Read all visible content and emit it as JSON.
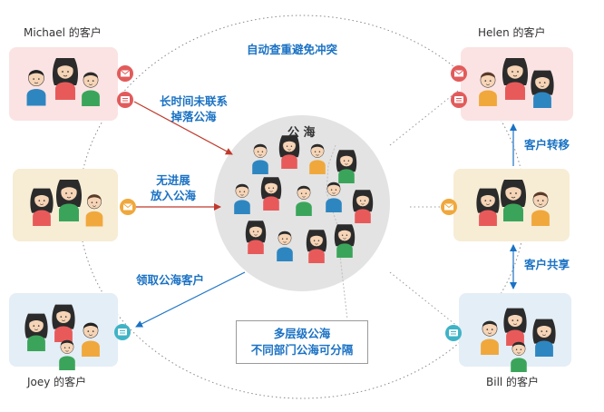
{
  "customers": {
    "michael": "Michael 的客户",
    "helen": "Helen 的客户",
    "joey": "Joey 的客户",
    "bill": "Bill 的客户"
  },
  "pool": {
    "title": "公 海"
  },
  "flows": {
    "auto_dedupe": "自动查重避免冲突",
    "long_no_contact_l1": "长时间未联系",
    "long_no_contact_l2": "掉落公海",
    "no_progress_l1": "无进展",
    "no_progress_l2": "放入公海",
    "claim": "领取公海客户",
    "transfer": "客户转移",
    "share": "客户共享"
  },
  "note": {
    "line1": "多层级公海",
    "line2": "不同部门公海可分隔"
  },
  "colors": {
    "accent": "#1a72c4",
    "arrow_red": "#c0392b",
    "card_pink": "#fbe3e3",
    "card_beige": "#f7ecd4",
    "card_blue": "#e4eef6",
    "pool_circle": "#e3e3e3"
  }
}
